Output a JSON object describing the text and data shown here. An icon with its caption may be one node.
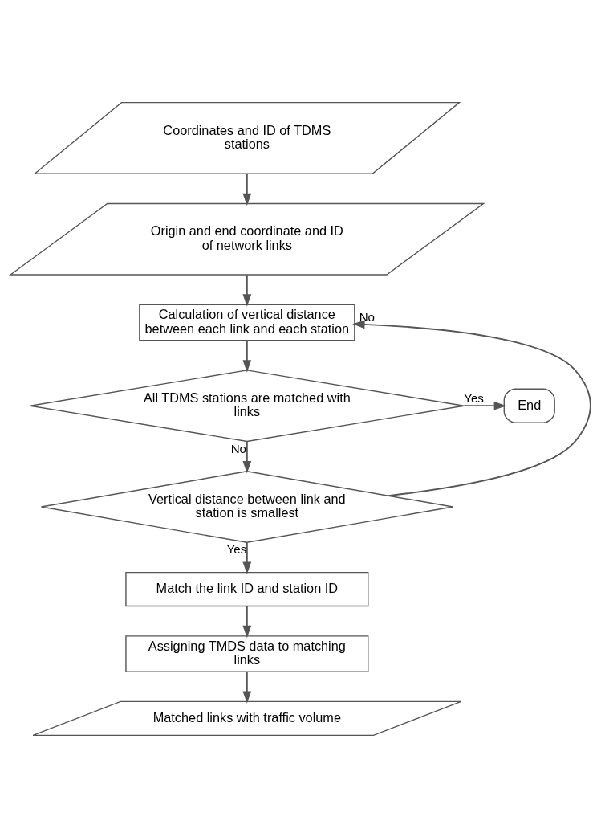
{
  "diagram": {
    "nodes": [
      {
        "text": [
          "Coordinates and ID of TDMS stations"
        ]
      },
      {
        "text": [
          "Origin and end coordinate and ID of network links"
        ]
      },
      {
        "text": [
          "Calculation of vertical distance between each link and each station"
        ]
      },
      {
        "text": [
          "All TDMS stations are matched with links"
        ]
      },
      {
        "text": [
          "End"
        ]
      },
      {
        "text": [
          "Vertical distance between link and station is smallest"
        ]
      },
      {
        "text": [
          "Match the link ID and station ID"
        ]
      },
      {
        "text": [
          "Assigning TMDS data to matching links"
        ]
      },
      {
        "text": [
          "Matched links with traffic volume"
        ]
      }
    ],
    "edges": [
      {
        "from": 0,
        "to": 1,
        "arrow": "to"
      },
      {
        "from": 1,
        "to": 2,
        "arrow": "to"
      },
      {
        "from": 2,
        "to": 3,
        "arrow": "to"
      },
      {
        "from": 3,
        "to": 4,
        "arrow": "to",
        "label": "Yes"
      },
      {
        "from": 3,
        "to": 5,
        "arrow": "to",
        "label": "No"
      },
      {
        "from": 5,
        "to": 2,
        "arrow": "to",
        "label": "No"
      },
      {
        "from": 5,
        "to": 6,
        "arrow": "to",
        "label": "Yes"
      },
      {
        "from": 6,
        "to": 7,
        "arrow": "to"
      },
      {
        "from": 7,
        "to": 8,
        "arrow": "to"
      }
    ]
  }
}
